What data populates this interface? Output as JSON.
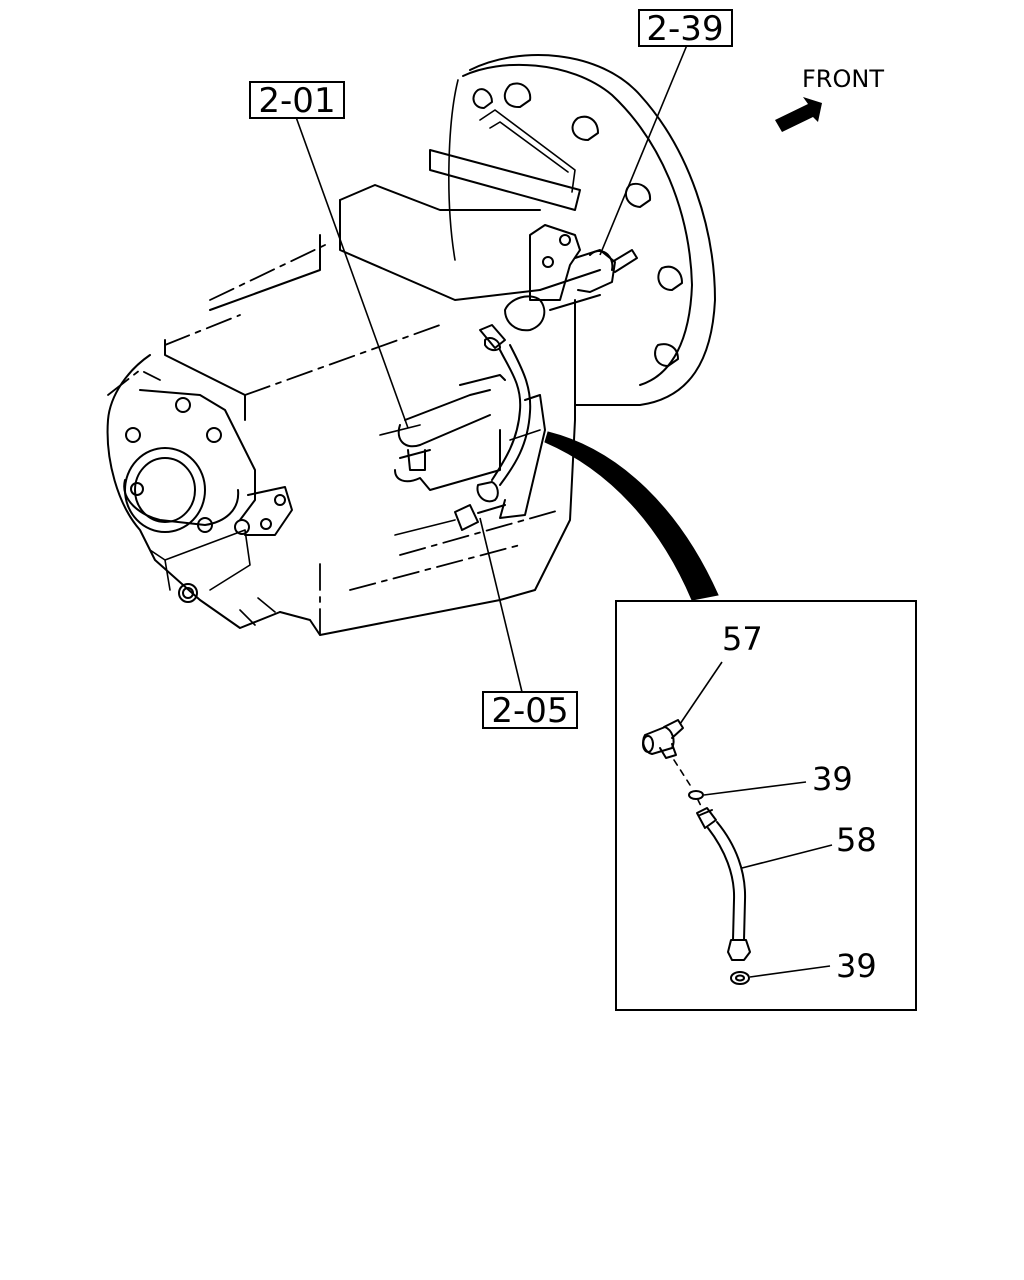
{
  "direction": {
    "label": "FRONT",
    "icon": "front-arrow-icon"
  },
  "references": {
    "ref_2_01": "2-01",
    "ref_2_39": "2-39",
    "ref_2_05": "2-05"
  },
  "detail": {
    "part_57": "57",
    "part_39_upper": "39",
    "part_58": "58",
    "part_39_lower": "39"
  }
}
